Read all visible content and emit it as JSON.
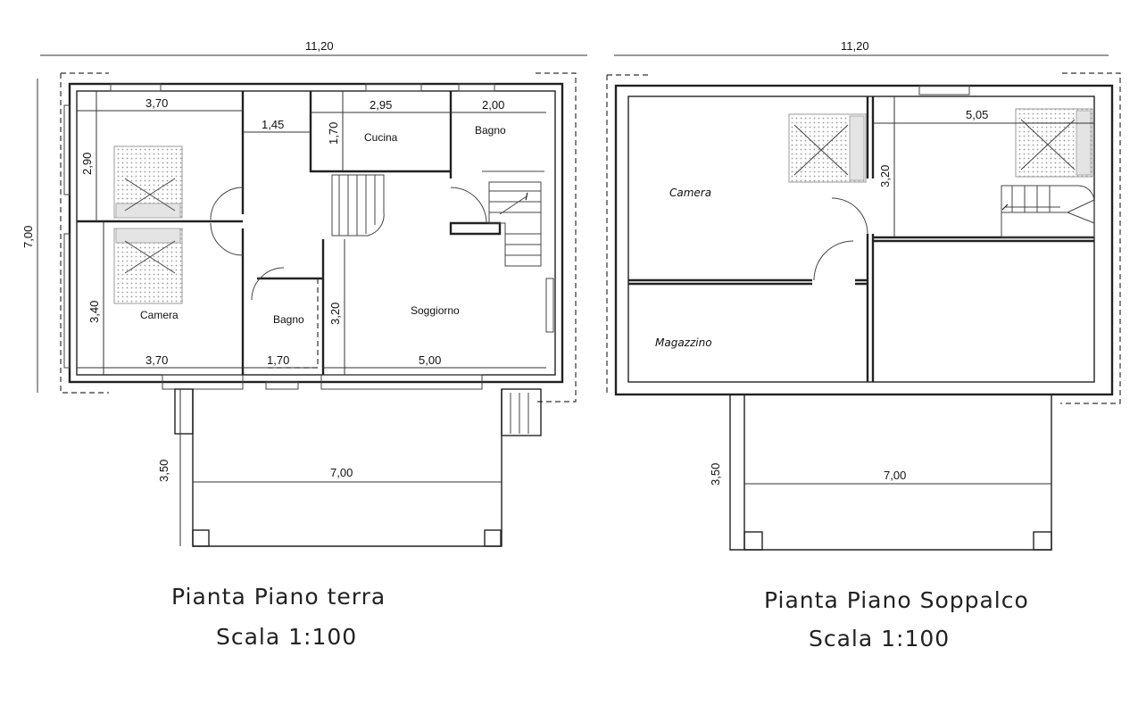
{
  "ground_floor": {
    "dims": {
      "total_width": "11,20",
      "total_depth": "7,00",
      "camera_top_width": "3,70",
      "corridor_width": "1,45",
      "cucina_width": "2,95",
      "bagno_top_width": "2,00",
      "camera_top_depth": "2,90",
      "cucina_depth": "1,70",
      "camera_bottom_depth": "3,40",
      "soggiorno_depth": "3,20",
      "camera_bottom_width": "3,70",
      "bagno_bottom_width": "1,70",
      "soggiorno_width": "5,00",
      "porch_depth": "3,50",
      "porch_width": "7,00"
    },
    "rooms": {
      "cucina": "Cucina",
      "bagno_top": "Bagno",
      "camera": "Camera",
      "bagno_bottom": "Bagno",
      "soggiorno": "Soggiorno"
    },
    "caption_line1": "Pianta Piano terra",
    "caption_line2": "Scala 1:100"
  },
  "mezzanine": {
    "dims": {
      "total_width": "11,20",
      "right_room_width": "5,05",
      "right_room_depth": "3,20",
      "porch_depth": "3,50",
      "porch_width": "7,00"
    },
    "rooms": {
      "camera": "Camera",
      "magazzino": "Magazzino"
    },
    "caption_line1": "Pianta Piano Soppalco",
    "caption_line2": "Scala 1:100"
  }
}
